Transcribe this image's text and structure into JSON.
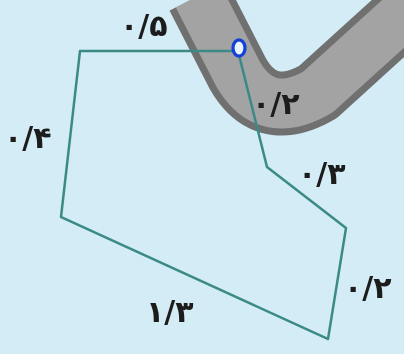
{
  "colors": {
    "background": "#d4ecf6",
    "road_outer": "#6f6f6f",
    "road_inner": "#a3a3a3",
    "polygon_stroke": "#3a8a86",
    "point": "#1540d8",
    "label": "#1c1c1c"
  },
  "labels": {
    "top": "۰/۵",
    "road": "۰/۲",
    "left": "۰/۴",
    "slant_right": "۰/۳",
    "right": "۰/۲",
    "bottom": "۱/۳"
  }
}
